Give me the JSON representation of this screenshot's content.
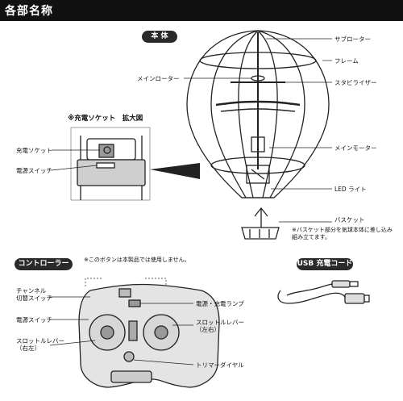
{
  "header": {
    "title": "各部名称"
  },
  "body_section": {
    "pill": "本 体",
    "labels": {
      "sub_rotor": "サブローター",
      "frame": "フレーム",
      "main_rotor": "メインローター",
      "stabilizer": "スタビライザー",
      "main_motor": "メインモーター",
      "led_light": "LED ライト",
      "basket": "バスケット"
    },
    "basket_note": "※バスケット部分を気球本体に差し込み組み立てます。"
  },
  "socket_detail": {
    "title": "※充電ソケット　拡大図",
    "charge_socket": "充電ソケット",
    "power_switch": "電源スイッチ"
  },
  "controller_section": {
    "pill": "コントローラー",
    "note": "※このボタンは本製品では使用しません。",
    "labels": {
      "channel_switch_1": "チャンネル",
      "channel_switch_2": "切替スイッチ",
      "power_switch": "電源スイッチ",
      "throttle_left_1": "スロットルレバー",
      "throttle_left_2": "（右左）",
      "power_lamp": "電源・充電ランプ",
      "throttle_right_1": "スロットルレバー",
      "throttle_right_2": "（左右）",
      "trimmer": "トリマーダイヤル"
    }
  },
  "usb_section": {
    "pill": "USB 充電コード"
  }
}
